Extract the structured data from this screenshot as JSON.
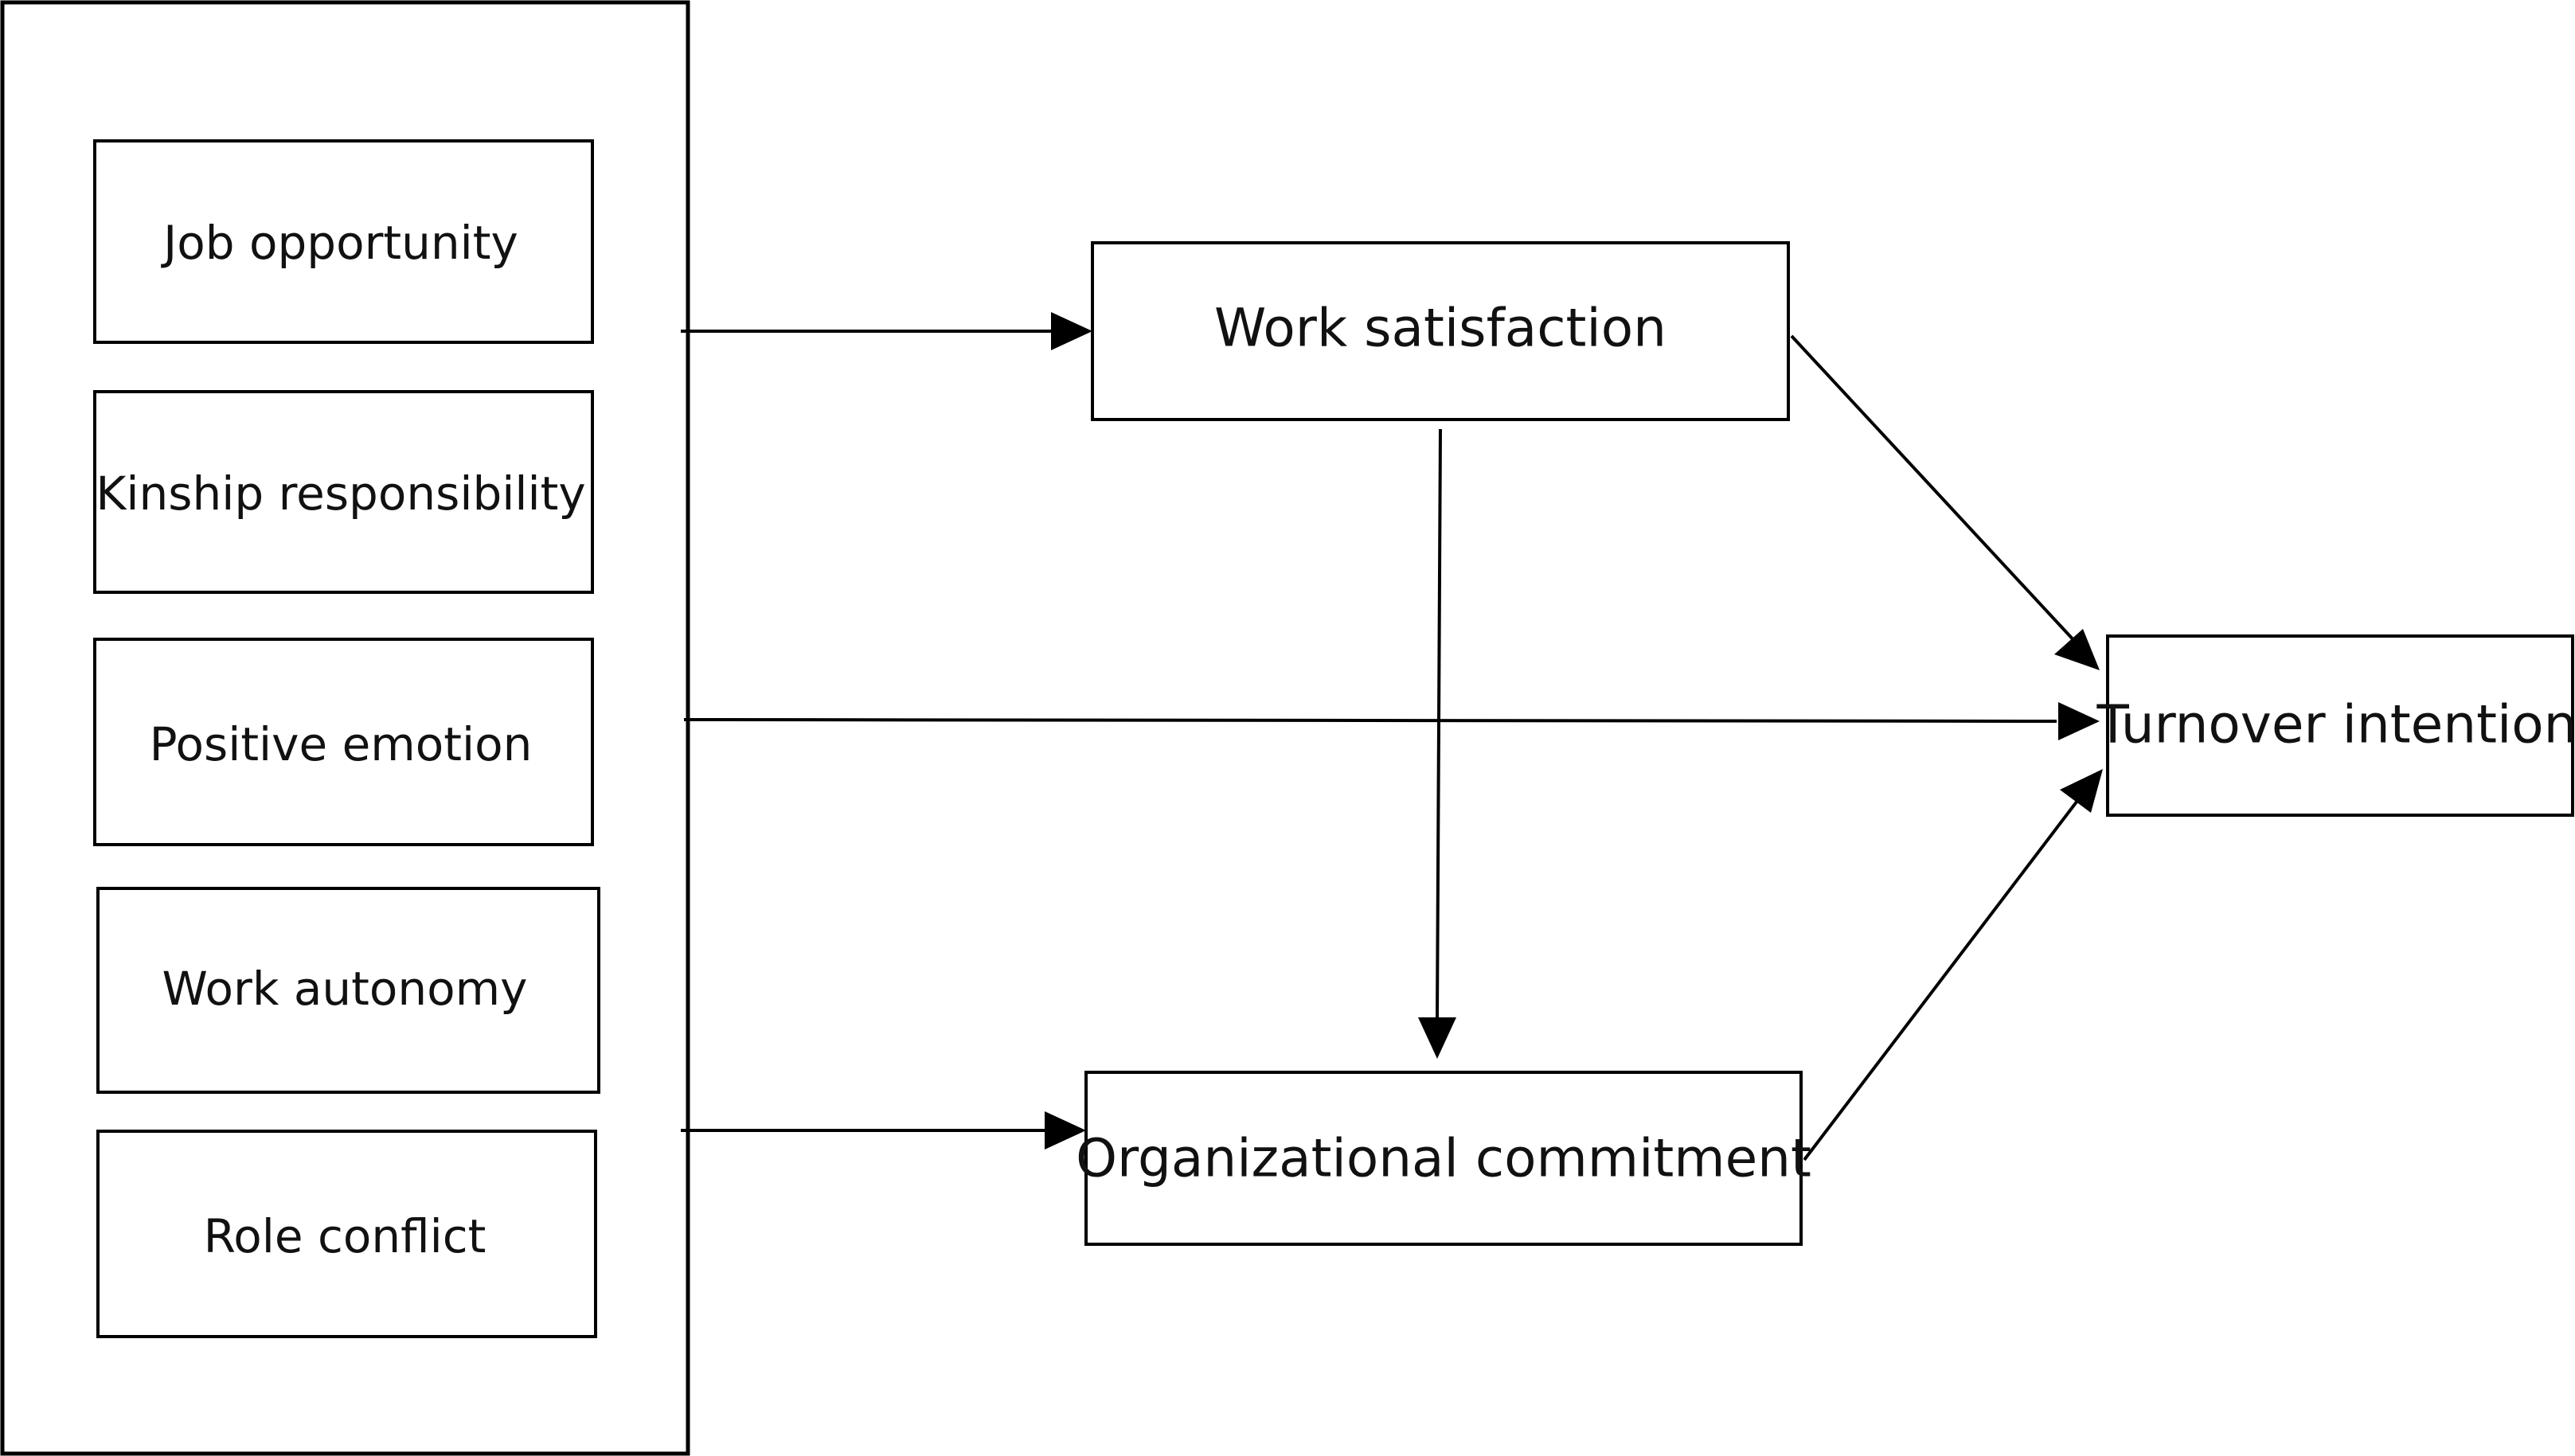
{
  "diagram": {
    "antecedents": {
      "items": [
        "Job opportunity",
        "Kinship responsibility",
        "Positive emotion",
        "Work autonomy",
        "Role conflict"
      ]
    },
    "mediators": {
      "work_satisfaction": "Work satisfaction",
      "organizational_commitment": "Organizational commitment"
    },
    "outcome": {
      "turnover_intention": "Turnover intention"
    },
    "edges": [
      {
        "from": "antecedents",
        "to": "work_satisfaction"
      },
      {
        "from": "antecedents",
        "to": "organizational_commitment"
      },
      {
        "from": "antecedents",
        "to": "turnover_intention"
      },
      {
        "from": "work_satisfaction",
        "to": "organizational_commitment"
      },
      {
        "from": "work_satisfaction",
        "to": "turnover_intention"
      },
      {
        "from": "organizational_commitment",
        "to": "turnover_intention"
      }
    ],
    "colors": {
      "stroke": "#000000",
      "background": "#ffffff",
      "text": "#111111"
    }
  }
}
